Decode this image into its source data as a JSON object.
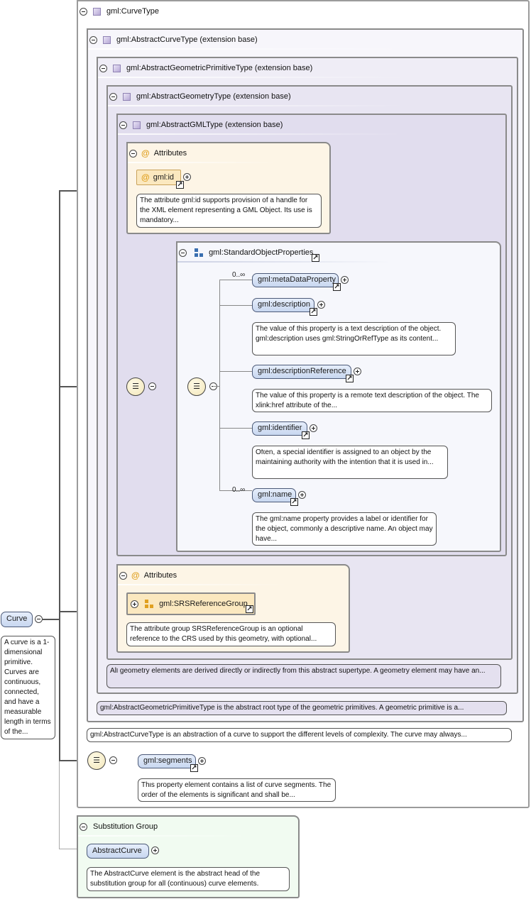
{
  "root": {
    "name": "Curve",
    "doc": "A curve is a 1-dimensional primitive. Curves are continuous, connected, and have a measurable length in terms of the..."
  },
  "types": {
    "curve": {
      "label": "gml:CurveType"
    },
    "abstract_curve": {
      "label": "gml:AbstractCurveType (extension base)",
      "doc": "gml:AbstractCurveType is an abstraction of a curve to support the different levels of complexity. The curve may always..."
    },
    "abstract_geom_prim": {
      "label": "gml:AbstractGeometricPrimitiveType (extension base)",
      "doc": "gml:AbstractGeometricPrimitiveType is the abstract root type of the geometric primitives. A geometric primitive is a..."
    },
    "abstract_geometry": {
      "label": "gml:AbstractGeometryType (extension base)",
      "doc": "All geometry elements are derived directly or indirectly from this abstract supertype. A geometry element may have an..."
    },
    "abstract_gml": {
      "label": "gml:AbstractGMLType (extension base)"
    }
  },
  "gml_attributes": {
    "label": "Attributes",
    "id": {
      "symbol": "@",
      "name": "gml:id",
      "doc": "The attribute gml:id supports provision of a handle for the XML element representing a GML Object. Its use is mandatory..."
    }
  },
  "std_props": {
    "label": "gml:StandardObjectProperties",
    "elements": [
      {
        "name": "gml:metaDataProperty",
        "card": "0..∞",
        "doc": ""
      },
      {
        "name": "gml:description",
        "card": "",
        "doc": "The value of this property is a text description of the object. gml:description uses gml:StringOrRefType as its content..."
      },
      {
        "name": "gml:descriptionReference",
        "card": "",
        "doc": "The value of this property is a remote text description of the object. The xlink:href attribute of the..."
      },
      {
        "name": "gml:identifier",
        "card": "",
        "doc": "Often, a special identifier is assigned to an object by the maintaining authority with the intention that it is used in..."
      },
      {
        "name": "gml:name",
        "card": "0..∞",
        "doc": "The gml:name property provides a label or identifier for the object, commonly a descriptive name. An object may have..."
      }
    ]
  },
  "geom_attributes": {
    "label": "Attributes",
    "group": {
      "name": "gml:SRSReferenceGroup",
      "doc": "The attribute group SRSReferenceGroup is an optional reference to the CRS used by this geometry, with optional..."
    }
  },
  "segments": {
    "name": "gml:segments",
    "doc": "This property element contains a list of curve segments. The order of the elements is significant and shall be..."
  },
  "substitution": {
    "label": "Substitution Group",
    "head": "AbstractCurve",
    "doc": "The AbstractCurve element is the abstract head of the substitution group for all (continuous) curve elements."
  },
  "symbols": {
    "at": "@",
    "seq": "☰"
  },
  "colors": {
    "type_border": "#8a8a8a",
    "attr_bg": "#fdf5e6",
    "element_bg": "#c8d7f0",
    "subst_bg": "#f1fbf1"
  }
}
